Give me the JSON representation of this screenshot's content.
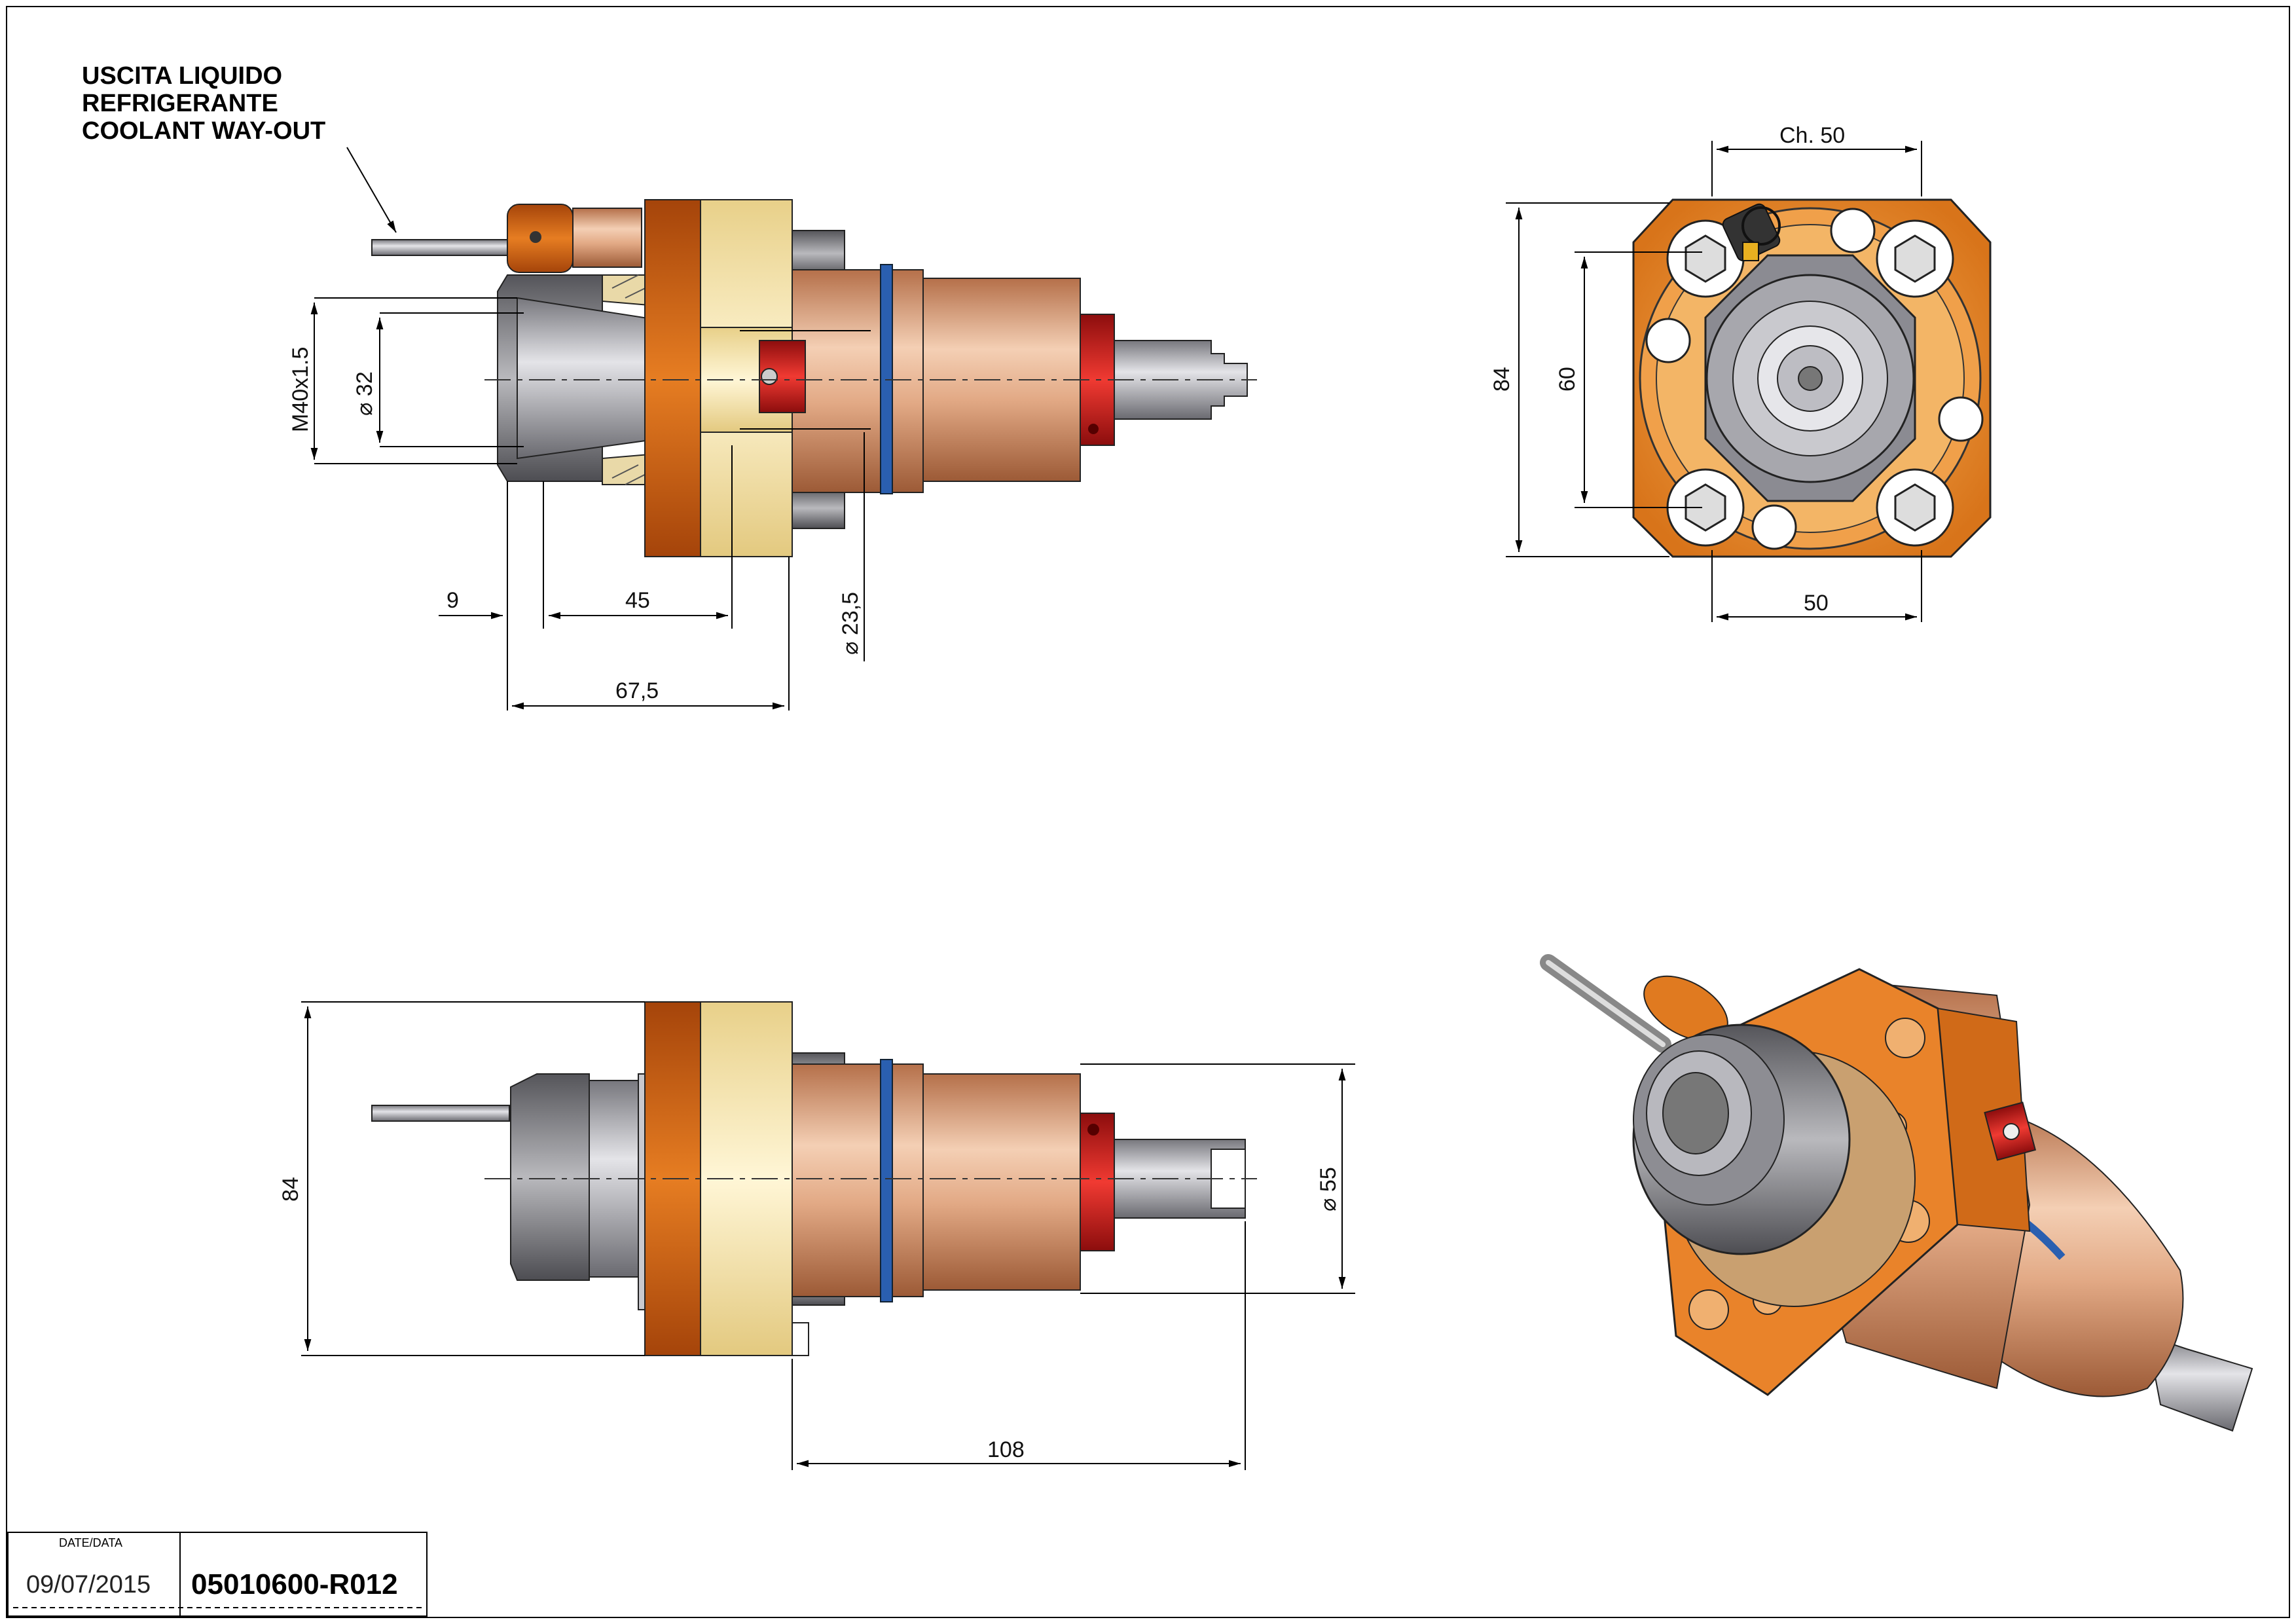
{
  "note": {
    "line1": "USCITA LIQUIDO",
    "line2": "REFRIGERANTE",
    "line3": "COOLANT WAY-OUT"
  },
  "dimensions": {
    "thread": "M40x1.5",
    "dia32": "⌀ 32",
    "d9": "9",
    "d45": "45",
    "dia23": "⌀ 23,5",
    "d675": "67,5",
    "ch50": "Ch. 50",
    "d84_front": "84",
    "d60": "60",
    "d50_front": "50",
    "d84_side": "84",
    "dia55": "⌀ 55",
    "d108": "108"
  },
  "titleblock": {
    "date_label": "DATE/DATA",
    "date": "09/07/2015",
    "code": "05010600-R012"
  },
  "colors": {
    "orange_dark": "#c85a10",
    "orange": "#e88a2a",
    "cream": "#f6e7b4",
    "copper": "#d9a07a",
    "steel": "#9a9aa0",
    "red": "#d8201e",
    "blue": "#2a5fb0"
  }
}
